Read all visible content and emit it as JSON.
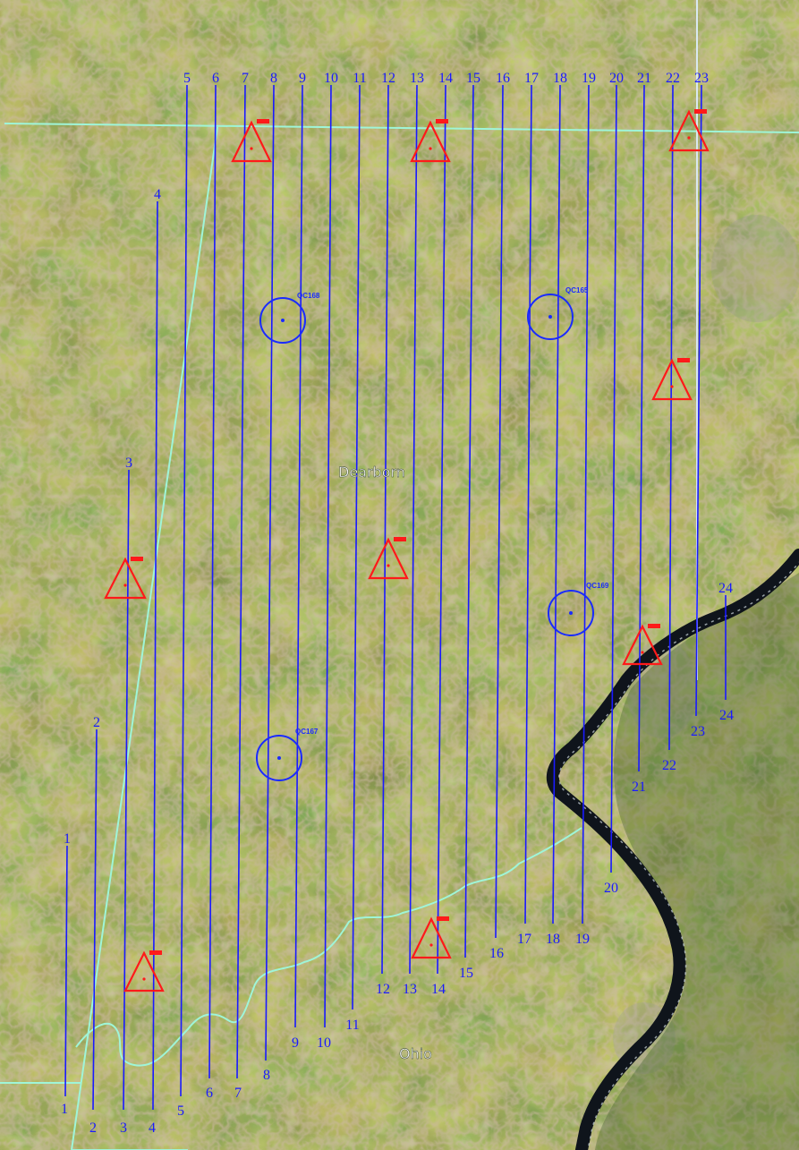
{
  "colors": {
    "flight_line": "#1a1aff",
    "boundary": "#9ff5d8",
    "station_triangle": "#ff1a1a",
    "qc_circle": "#1a2bff",
    "river": "#10151d",
    "place_label": "#f2f2f2"
  },
  "places": {
    "dearborn": "Dearborn",
    "ohio": "Ohio"
  },
  "qc_labels": {
    "qc1": "QC168",
    "qc2": "QC165",
    "qc3": "QC169",
    "qc4": "QC167"
  },
  "flight_lines": [
    {
      "top": "1",
      "bottom": "1"
    },
    {
      "top": "2",
      "bottom": "2"
    },
    {
      "top": "3",
      "bottom": "3"
    },
    {
      "top": "4",
      "bottom": "4"
    },
    {
      "top": "5",
      "bottom": "5"
    },
    {
      "top": "6",
      "bottom": "6"
    },
    {
      "top": "7",
      "bottom": "7"
    },
    {
      "top": "8",
      "bottom": "8"
    },
    {
      "top": "9",
      "bottom": "9"
    },
    {
      "top": "10",
      "bottom": "10"
    },
    {
      "top": "11",
      "bottom": "11"
    },
    {
      "top": "12",
      "bottom": "12"
    },
    {
      "top": "13",
      "bottom": "13"
    },
    {
      "top": "14",
      "bottom": "14"
    },
    {
      "top": "15",
      "bottom": "15"
    },
    {
      "top": "16",
      "bottom": "16"
    },
    {
      "top": "17",
      "bottom": "17"
    },
    {
      "top": "18",
      "bottom": "18"
    },
    {
      "top": "19",
      "bottom": "19"
    },
    {
      "top": "20",
      "bottom": "20"
    },
    {
      "top": "21",
      "bottom": "21"
    },
    {
      "top": "22",
      "bottom": "22"
    },
    {
      "top": "23",
      "bottom": "23"
    },
    {
      "top": "24",
      "bottom": "24"
    }
  ]
}
